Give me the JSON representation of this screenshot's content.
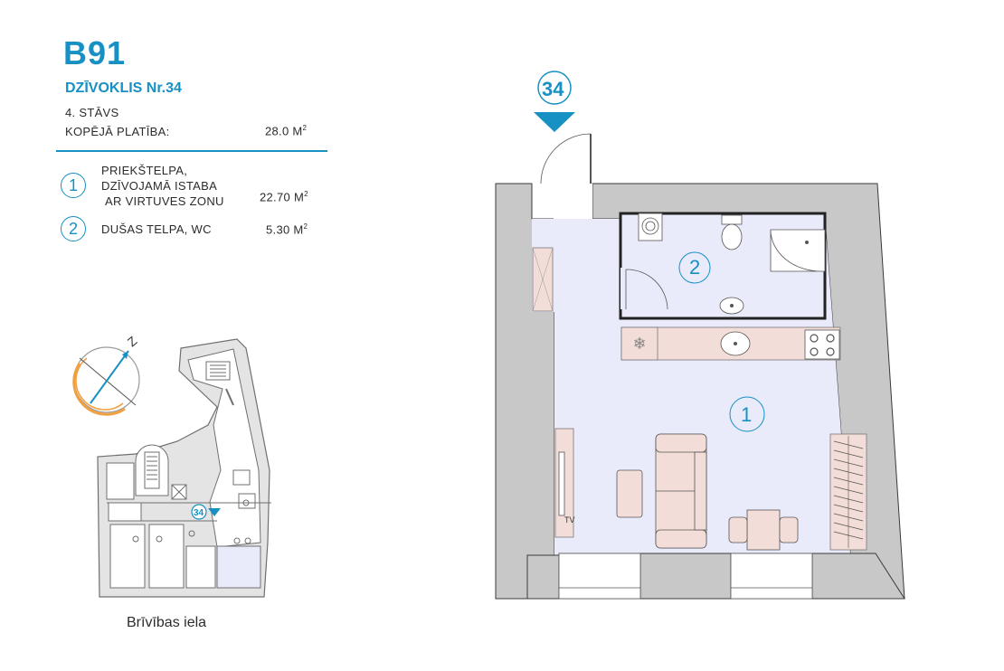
{
  "header": {
    "building": "B91",
    "apartment": "DZĪVOKLIS Nr.34",
    "floor": "4. STĀVS",
    "total_label": "KOPĒJĀ PLATĪBA:",
    "total_value": "28.0 M",
    "unit_exp": "2"
  },
  "rooms": [
    {
      "num": "1",
      "lines": [
        "PRIEKŠTELPA,",
        "DZĪVOJAMĀ ISTABA",
        "AR VIRTUVES ZONU"
      ],
      "area": "22.70 M"
    },
    {
      "num": "2",
      "lines": [
        "DUŠAS TELPA, WC"
      ],
      "area": "5.30 M"
    }
  ],
  "plan": {
    "apartment_badge": "34",
    "room1_label": "1",
    "room2_label": "2",
    "tv_label": "TV"
  },
  "keyplan": {
    "apartment_badge": "34",
    "street": "Brīvības iela",
    "north_label": "Z"
  },
  "colors": {
    "accent": "#1790c3",
    "floor_fill": "#e9ebfa",
    "wall_fill": "#c8c8c8",
    "furniture_fill": "#f3ddd8",
    "compass_orange": "#f0a040"
  }
}
